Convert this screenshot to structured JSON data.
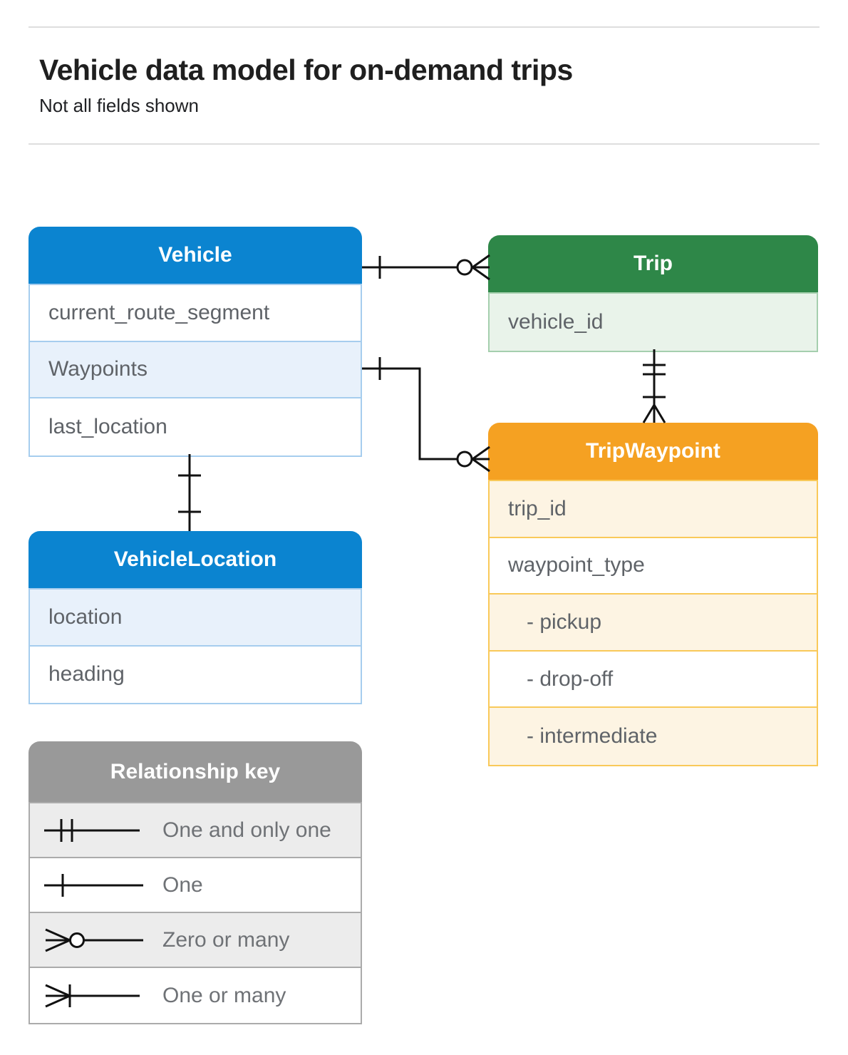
{
  "page": {
    "title": "Vehicle data model for on-demand trips",
    "subtitle": "Not all fields shown"
  },
  "tables": {
    "vehicle": {
      "title": "Vehicle",
      "rows": [
        {
          "label": "current_route_segment"
        },
        {
          "label": "Waypoints"
        },
        {
          "label": "last_location"
        }
      ]
    },
    "trip": {
      "title": "Trip",
      "rows": [
        {
          "label": "vehicle_id"
        }
      ]
    },
    "trip_waypoint": {
      "title": "TripWaypoint",
      "rows": [
        {
          "label": "trip_id"
        },
        {
          "label": "waypoint_type"
        },
        {
          "label": "- pickup"
        },
        {
          "label": "- drop-off"
        },
        {
          "label": "- intermediate"
        }
      ]
    },
    "vehicle_location": {
      "title": "VehicleLocation",
      "rows": [
        {
          "label": "location"
        },
        {
          "label": "heading"
        }
      ]
    }
  },
  "legend": {
    "title": "Relationship key",
    "items": [
      {
        "label": "One and only one",
        "symbol": "one-and-only-one"
      },
      {
        "label": "One",
        "symbol": "one"
      },
      {
        "label": "Zero or many",
        "symbol": "zero-or-many"
      },
      {
        "label": "One or many",
        "symbol": "one-or-many"
      }
    ]
  },
  "relationships": [
    {
      "from_table": "Vehicle",
      "from_cardinality": "One",
      "to_table": "Trip",
      "to_cardinality": "Zero or many"
    },
    {
      "from_table": "Vehicle (Waypoints)",
      "from_cardinality": "One",
      "to_table": "TripWaypoint",
      "to_cardinality": "Zero or many"
    },
    {
      "from_table": "Trip",
      "from_cardinality": "One and only one",
      "to_table": "TripWaypoint",
      "to_cardinality": "One or many"
    },
    {
      "from_table": "Vehicle",
      "from_cardinality": "One",
      "to_table": "VehicleLocation",
      "to_cardinality": "One"
    }
  ],
  "colors": {
    "blue": "#0b84d0",
    "blue_tint": "#e8f1fb",
    "blue_border": "#a6cdee",
    "green": "#2e8748",
    "green_tint": "#e9f3ea",
    "green_border": "#a5cfae",
    "orange": "#f5a122",
    "orange_tint": "#fdf4e3",
    "orange_border": "#f9c959",
    "gray": "#999999",
    "gray_tint": "#ececec",
    "gray_border": "#ababab",
    "line": "#111111",
    "divider": "#dedede",
    "row_text": "#5f6368",
    "title_text": "#1f1f1f"
  }
}
